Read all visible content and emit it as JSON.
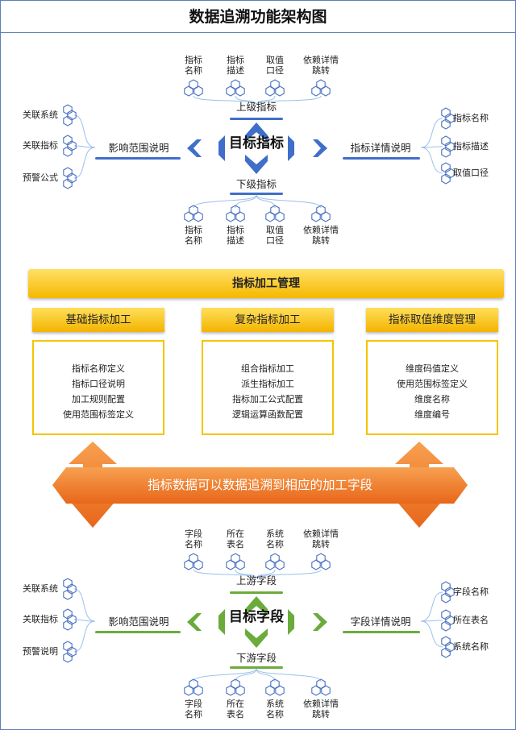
{
  "title": "数据追溯功能架构图",
  "maps": [
    {
      "color": "#3f6fc8",
      "bar": "#3f6fc8",
      "center": "目标指标",
      "upper": "上级指标",
      "lower": "下级指标",
      "left_label": "影响范围说明",
      "right_label": "指标详情说明",
      "top_items": [
        [
          "指标",
          "名称"
        ],
        [
          "指标",
          "描述"
        ],
        [
          "取值",
          "口径"
        ],
        [
          "依赖详情",
          "跳转"
        ]
      ],
      "bottom_items": [
        [
          "指标",
          "名称"
        ],
        [
          "指标",
          "描述"
        ],
        [
          "取值",
          "口径"
        ],
        [
          "依赖详情",
          "跳转"
        ]
      ],
      "left_items": [
        "关联系统",
        "关联指标",
        "预警公式"
      ],
      "right_items": [
        "指标名称",
        "指标描述",
        "取值口径"
      ]
    },
    {
      "color": "#6aab3c",
      "bar": "#6aab3c",
      "center": "目标字段",
      "upper": "上游字段",
      "lower": "下游字段",
      "left_label": "影响范围说明",
      "right_label": "字段详情说明",
      "top_items": [
        [
          "字段",
          "名称"
        ],
        [
          "所在",
          "表名"
        ],
        [
          "系统",
          "名称"
        ],
        [
          "依赖详情",
          "跳转"
        ]
      ],
      "bottom_items": [
        [
          "字段",
          "名称"
        ],
        [
          "所在",
          "表名"
        ],
        [
          "系统",
          "名称"
        ],
        [
          "依赖详情",
          "跳转"
        ]
      ],
      "left_items": [
        "关联系统",
        "关联指标",
        "预警说明"
      ],
      "right_items": [
        "字段名称",
        "所在表名",
        "系统名称"
      ]
    }
  ],
  "management": {
    "banner": "指标加工管理",
    "columns": [
      {
        "header": "基础指标加工",
        "items": [
          "指标名称定义",
          "指标口径说明",
          "加工规则配置",
          "使用范围标签定义"
        ]
      },
      {
        "header": "复杂指标加工",
        "items": [
          "组合指标加工",
          "派生指标加工",
          "指标加工公式配置",
          "逻辑运算函数配置"
        ]
      },
      {
        "header": "指标取值维度管理",
        "items": [
          "维度码值定义",
          "使用范围标签定义",
          "维度名称",
          "维度编号"
        ]
      }
    ]
  },
  "trace_banner": "指标数据可以数据追溯到相应的加工字段",
  "colors": {
    "hex": "#4a72c0",
    "curve": "#9cc0ea",
    "yellow": "#f5c400",
    "orange": "#ee7a22"
  }
}
